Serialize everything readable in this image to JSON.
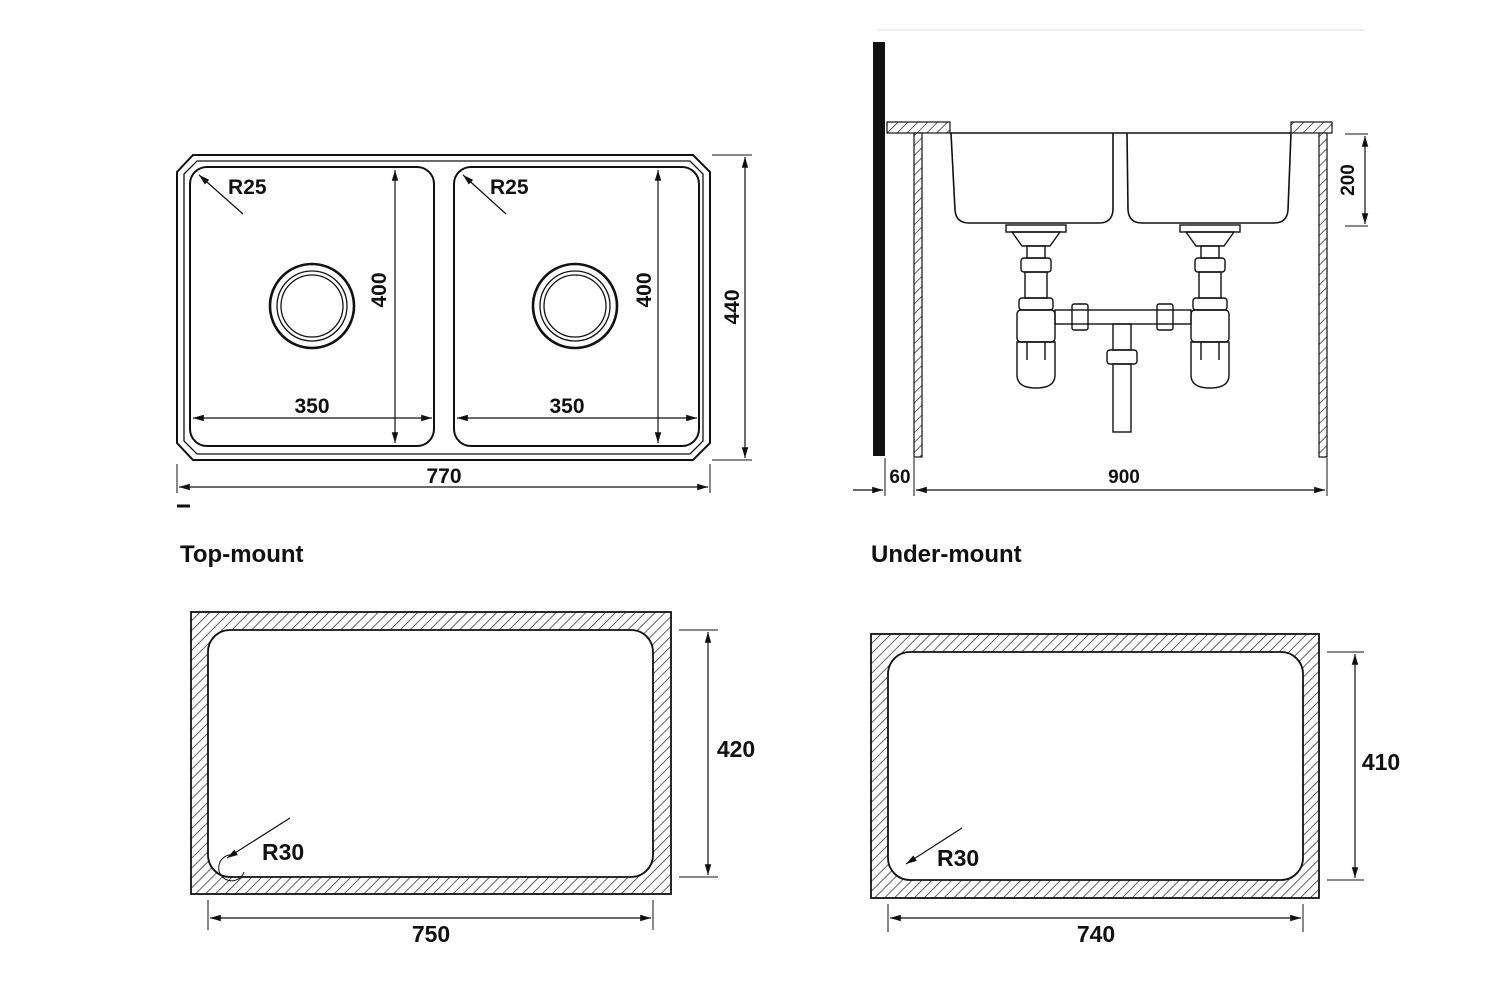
{
  "topmount_sink": {
    "bowl_radius_left": "R25",
    "bowl_radius_right": "R25",
    "bowl_height_left": "400",
    "bowl_height_right": "400",
    "bowl_width_left": "350",
    "bowl_width_right": "350",
    "overall_height": "440",
    "overall_width": "770"
  },
  "undermount_section": {
    "wall_clearance": "60",
    "cabinet_width": "900",
    "bowl_depth": "200"
  },
  "captions": {
    "top_mount": "Top-mount",
    "under_mount": "Under-mount"
  },
  "topmount_cutout": {
    "height": "420",
    "width": "750",
    "corner_radius": "R30"
  },
  "undermount_cutout": {
    "height": "410",
    "width": "740",
    "corner_radius": "R30"
  }
}
